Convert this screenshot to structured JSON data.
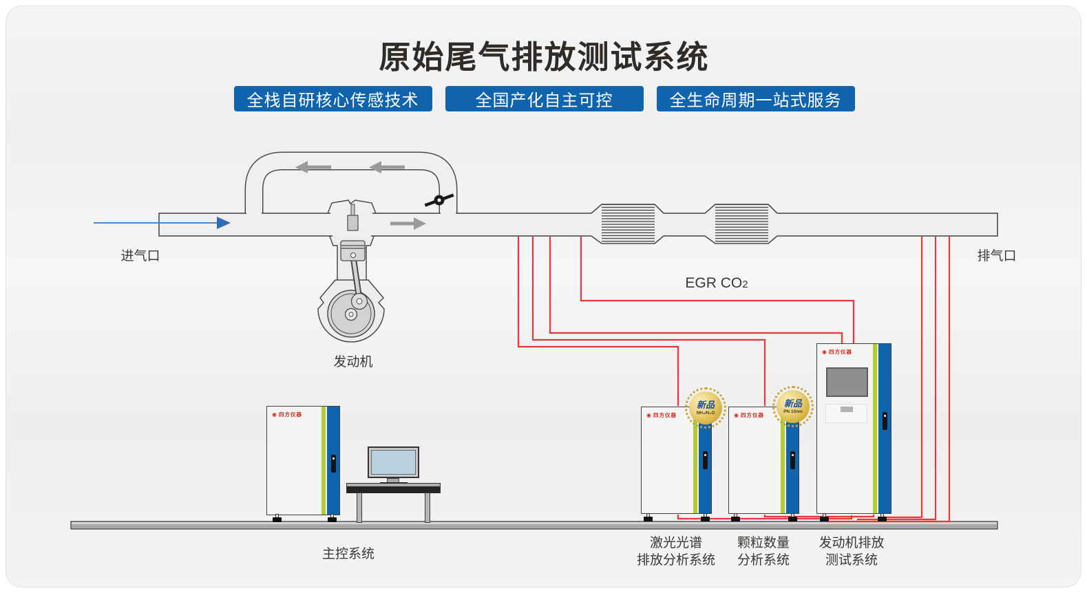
{
  "title": "原始尾气排放测试系统",
  "badges": [
    {
      "label": "全栈自研核心传感技术"
    },
    {
      "label": "全国产化自主可控"
    },
    {
      "label": "全生命周期一站式服务"
    }
  ],
  "brand": {
    "logo_text": "四方仪器"
  },
  "icons": {
    "brand_logo": "◉"
  },
  "diagram": {
    "inlet_label": "进气口",
    "outlet_label": "排气口",
    "engine_label": "发动机",
    "egr_label": "EGR CO",
    "egr_label_sub": "2"
  },
  "cabinets": {
    "main": {
      "label": "主控系统"
    },
    "laser": {
      "line1": "激光光谱",
      "line2": "排放分析系统",
      "seal_title": "新品",
      "seal_sub": "NH₃/N₂O"
    },
    "particle": {
      "line1": "颗粒数量",
      "line2": "分析系统",
      "seal_title": "新品",
      "seal_sub": "PN 10nm"
    },
    "engine_test": {
      "line1": "发动机排放",
      "line2": "测试系统"
    }
  },
  "colors": {
    "badge_blue": "#0f64ad",
    "door_blue": "#0f64ad",
    "stripe_green": "#b4cc34",
    "sample_line_red": "#e8363a",
    "logo_red": "#d0281c",
    "seal_gold": "#d9b545"
  }
}
